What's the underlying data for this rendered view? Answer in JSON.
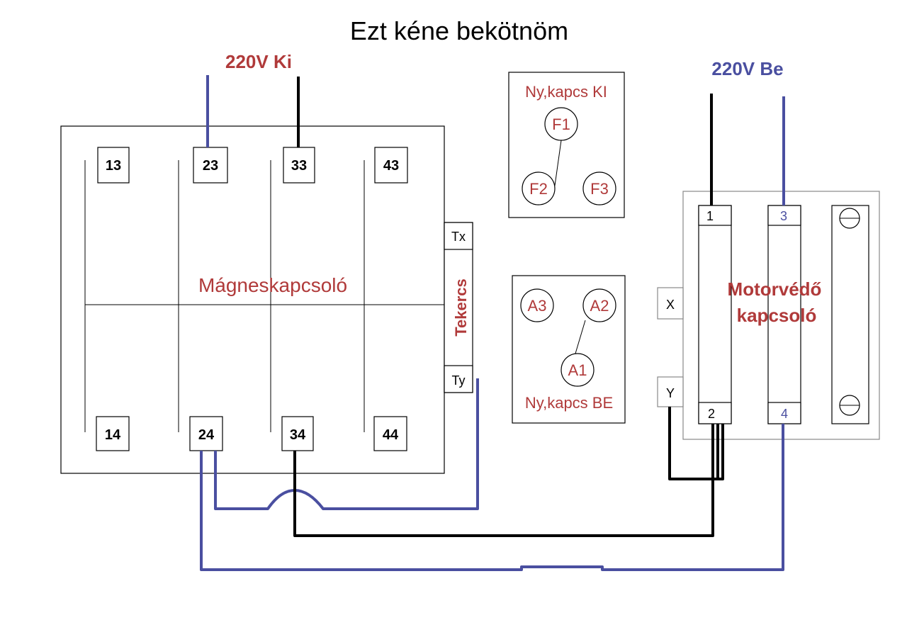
{
  "title": "Ezt kéne bekötnöm",
  "supply_off": "220V Ki",
  "supply_on": "220V Be",
  "contactor": {
    "label": "Mágneskapcsoló",
    "top_terminals": [
      "13",
      "23",
      "33",
      "43"
    ],
    "bottom_terminals": [
      "14",
      "24",
      "34",
      "44"
    ],
    "coil_label": "Tekercs",
    "coil_terminals": [
      "Tx",
      "Ty"
    ]
  },
  "switch_off": {
    "label": "Ny,kapcs KI",
    "terminals": [
      "F1",
      "F2",
      "F3"
    ]
  },
  "switch_on": {
    "label": "Ny,kapcs BE",
    "terminals": [
      "A3",
      "A2",
      "A1"
    ]
  },
  "motor_protector": {
    "label_line1": "Motorvédő",
    "label_line2": "kapcsoló",
    "terminals": [
      "1",
      "3",
      "2",
      "4"
    ],
    "side_terminals": [
      "X",
      "Y"
    ]
  },
  "colors": {
    "wire_blue": "#4a4fa0",
    "wire_black": "#000000",
    "label_red": "#b03a3a"
  }
}
